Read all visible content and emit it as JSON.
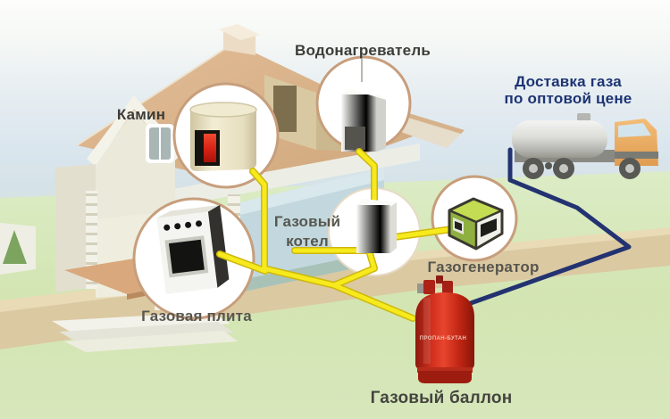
{
  "scene": {
    "type": "gas-supply-diagram",
    "labels": {
      "water_heater": "Водонагреватель",
      "fireplace": "Камин",
      "boiler_line1": "Газовый",
      "boiler_line2": "котел",
      "stove": "Газовая плита",
      "generator": "Газогенератор",
      "cylinder": "Газовый баллон",
      "delivery_line1": "Доставка газа",
      "delivery_line2": "по оптовой цене",
      "cylinder_marking": "ПРОПАН-БУТАН"
    },
    "colors": {
      "pipe_yellow": "#f7ea1c",
      "pipe_yellow_outline": "#cdb70e",
      "delivery_route_navy": "#233371",
      "cylinder_red": "#cd2a18",
      "generator_green": "#c3dc52",
      "truck_cab_orange": "#efb269",
      "roof_tan": "#dcb58e",
      "grass_green": "#d3e5b2",
      "path_tan": "#dbc9a2",
      "callout_ring": "#c79e7c",
      "label_gray": "#57564f",
      "label_dark": "#3c3c38",
      "label_navy": "#1d3473"
    },
    "connections": [
      {
        "from": "delivery-truck",
        "to": "gas-cylinder",
        "style": "navy-line"
      },
      {
        "from": "gas-cylinder",
        "to": "gas-boiler",
        "style": "yellow-pipe"
      },
      {
        "from": "gas-boiler",
        "to": "water-heater",
        "style": "yellow-pipe"
      },
      {
        "from": "gas-boiler",
        "to": "fireplace",
        "style": "yellow-pipe"
      },
      {
        "from": "gas-boiler",
        "to": "gas-stove",
        "style": "yellow-pipe"
      },
      {
        "from": "gas-boiler",
        "to": "gas-generator",
        "style": "yellow-pipe"
      }
    ]
  }
}
